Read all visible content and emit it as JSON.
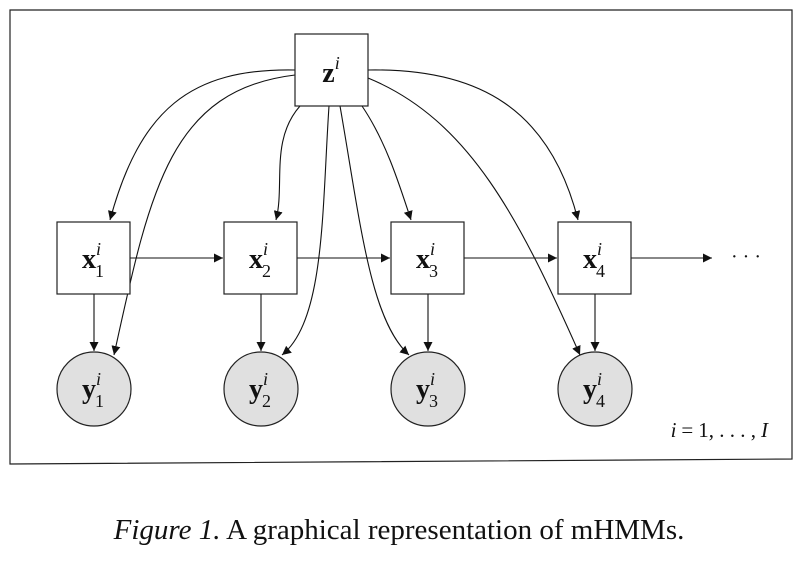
{
  "diagram": {
    "top_node": {
      "var": "z",
      "sup": "i"
    },
    "hidden_nodes": [
      {
        "var": "x",
        "sup": "i",
        "sub": "1"
      },
      {
        "var": "x",
        "sup": "i",
        "sub": "2"
      },
      {
        "var": "x",
        "sup": "i",
        "sub": "3"
      },
      {
        "var": "x",
        "sup": "i",
        "sub": "4"
      }
    ],
    "observed_nodes": [
      {
        "var": "y",
        "sup": "i",
        "sub": "1"
      },
      {
        "var": "y",
        "sup": "i",
        "sub": "2"
      },
      {
        "var": "y",
        "sup": "i",
        "sub": "3"
      },
      {
        "var": "y",
        "sup": "i",
        "sub": "4"
      }
    ],
    "continuation": "· · ·",
    "plate_label": {
      "var": "i",
      "eq": "=",
      "range": "1, . . . ,",
      "upper": "I"
    }
  },
  "caption": {
    "figure_label": "Figure 1.",
    "text": "A graphical representation of mHMMs."
  }
}
